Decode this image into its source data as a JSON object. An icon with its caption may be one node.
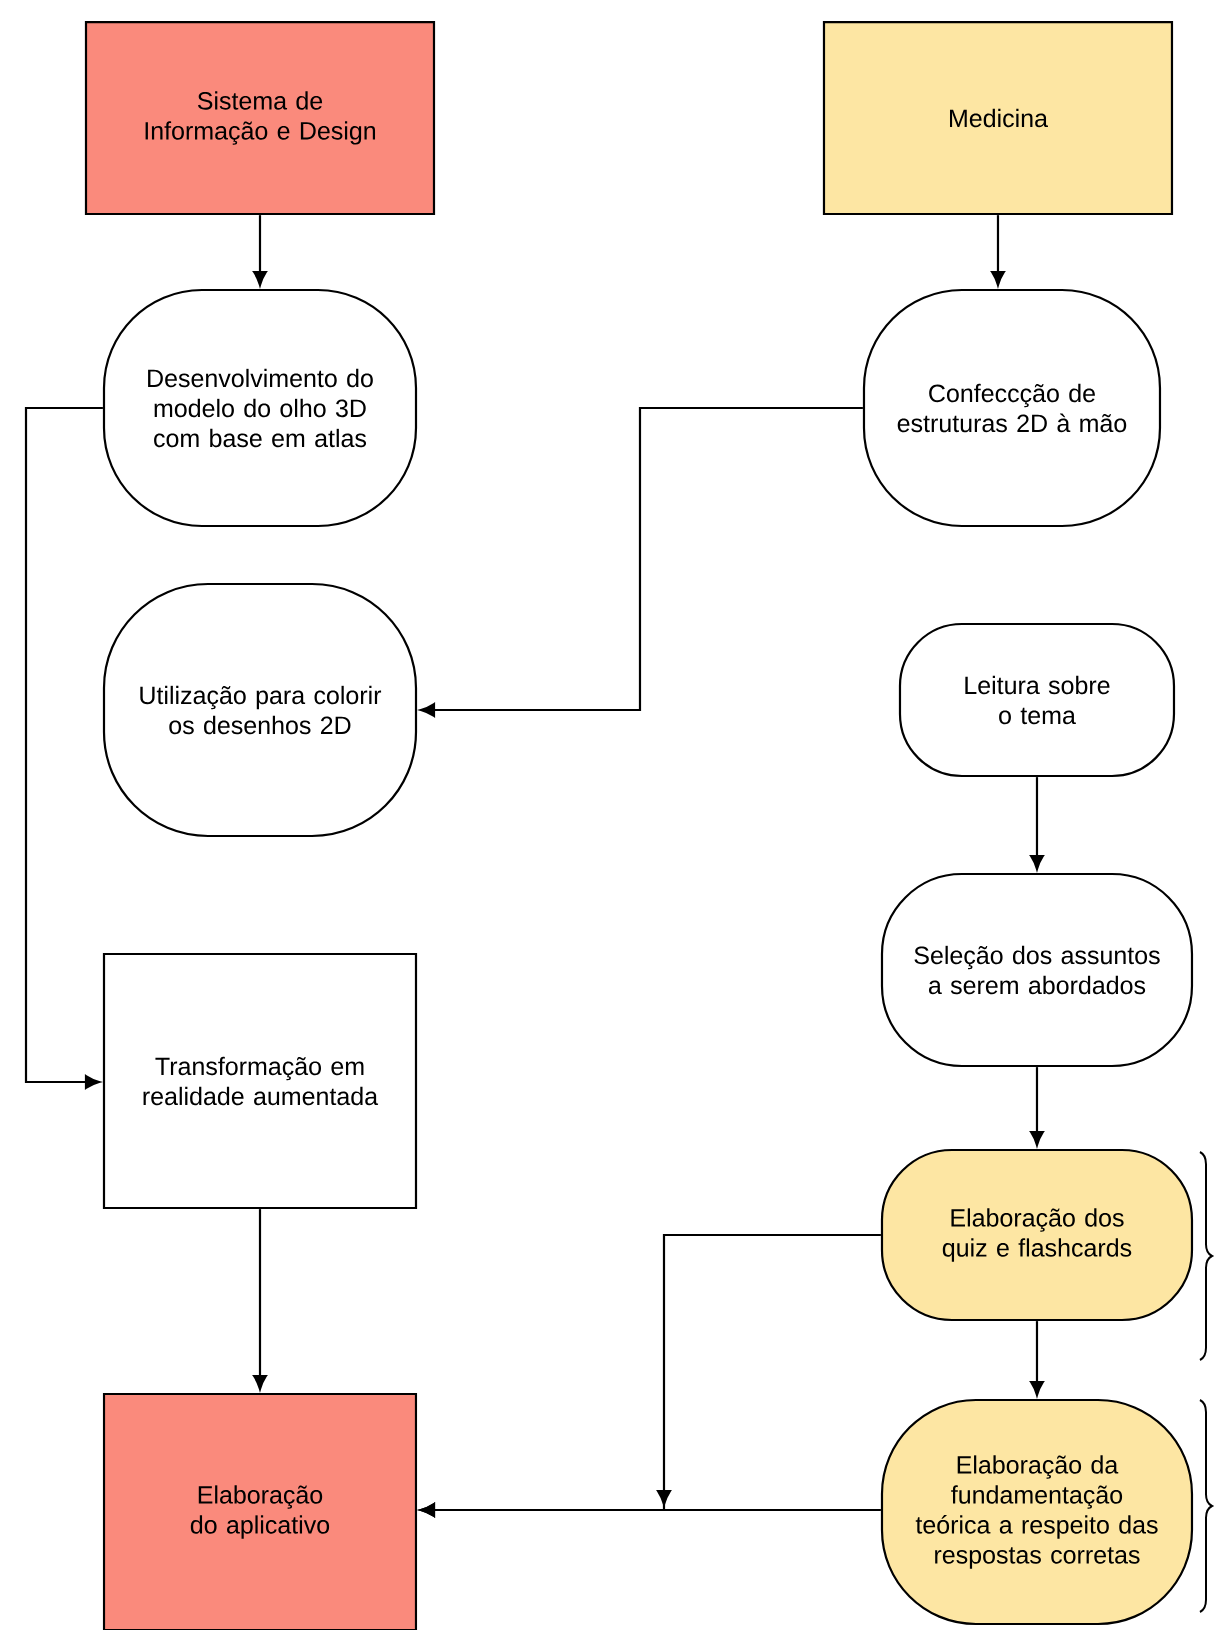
{
  "diagram": {
    "nodes": [
      {
        "text": [
          "Sistema de Informação e Design"
        ]
      },
      {
        "text": [
          "Medicina"
        ]
      },
      {
        "text": [
          "Desenvolvimento do modelo do olho 3D com base em atlas"
        ]
      },
      {
        "text": [
          "Confeccção de estruturas 2D à mão"
        ]
      },
      {
        "text": [
          "Utilização para colorir os desenhos 2D"
        ]
      },
      {
        "text": [
          "Leitura sobre o tema"
        ]
      },
      {
        "text": [
          "Seleção dos assuntos a serem abordados"
        ]
      },
      {
        "text": [
          "Transformação em realidade aumentada"
        ]
      },
      {
        "text": [
          "Elaboração dos quiz e flashcards"
        ]
      },
      {
        "text": [
          "Elaboração da fundamentação teórica a respeito das respostas corretas"
        ]
      },
      {
        "text": [
          "Elaboração do aplicativo"
        ]
      }
    ],
    "edges": [
      {
        "from": 0,
        "to": 2,
        "arrow": "to"
      },
      {
        "from": 1,
        "to": 3,
        "arrow": "to"
      },
      {
        "from": 2,
        "to": 7,
        "arrow": "to"
      },
      {
        "from": 3,
        "to": 4,
        "arrow": "to"
      },
      {
        "from": 5,
        "to": 6,
        "arrow": "to"
      },
      {
        "from": 6,
        "to": 8,
        "arrow": "to"
      },
      {
        "from": 7,
        "to": 10,
        "arrow": "to"
      },
      {
        "from": 8,
        "to": 9,
        "arrow": "to"
      },
      {
        "from": 8,
        "to": 10,
        "arrow": "to"
      },
      {
        "from": 9,
        "to": 10,
        "arrow": "to"
      }
    ]
  }
}
